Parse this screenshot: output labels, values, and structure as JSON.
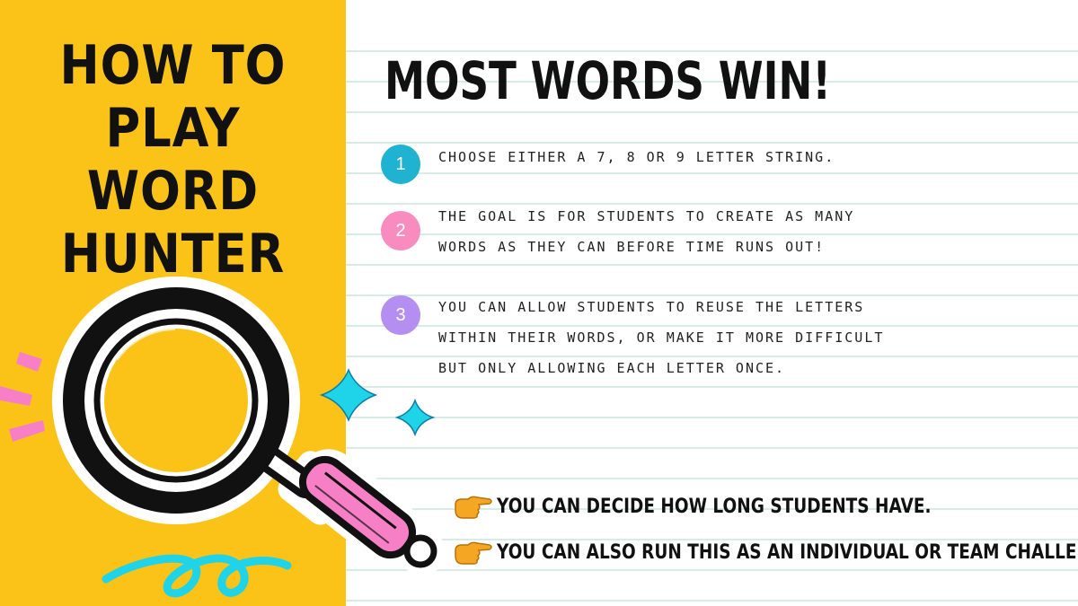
{
  "left_panel": {
    "title_lines": [
      "HOW TO",
      "PLAY WORD",
      "HUNTER"
    ]
  },
  "main": {
    "heading": "MOST WORDS WIN!",
    "steps": [
      {
        "number": "1",
        "text": "Choose either a 7, 8 or 9 letter string.",
        "color": "#1fb3d1"
      },
      {
        "number": "2",
        "text": "The goal is for students to create as many words as they can before time runs out!",
        "color": "#f98cbf"
      },
      {
        "number": "3",
        "text": "You can allow students to reuse the letters within their words, or make it more difficult but only allowing each letter once.",
        "color": "#b48ef0"
      }
    ],
    "tips": [
      {
        "text": "YOU CAN DECIDE HOW LONG STUDENTS HAVE.",
        "icon": "pointing-finger-icon"
      },
      {
        "text": "YOU CAN ALSO RUN THIS AS AN INDIVIDUAL OR TEAM CHALLENGE!",
        "icon": "pointing-finger-icon"
      }
    ]
  },
  "colors": {
    "yellow_panel": "#fbc317",
    "pink_accent": "#f77fc6",
    "cyan_accent": "#1fd3e8",
    "ink": "#111111",
    "line": "#d6ece4"
  }
}
